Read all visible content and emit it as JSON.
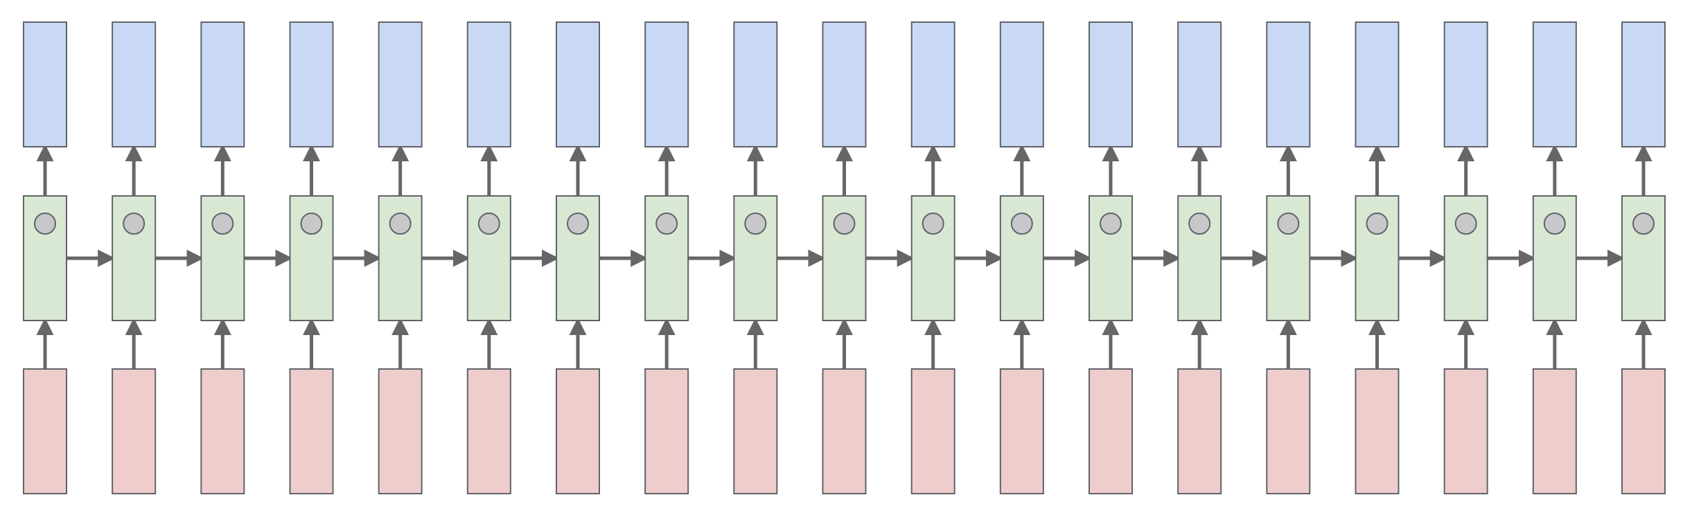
{
  "diagram": {
    "type": "unrolled-recurrent-network",
    "timesteps": 19,
    "layers": [
      {
        "role": "output",
        "fill": "#c9d9f5",
        "stroke": "#5f6368"
      },
      {
        "role": "hidden",
        "fill": "#d9e8d3",
        "stroke": "#5f6368"
      },
      {
        "role": "input",
        "fill": "#efcdcd",
        "stroke": "#5f6368"
      }
    ],
    "node_marker": {
      "shape": "circle",
      "fill": "#c8c8ca",
      "stroke": "#5f6368"
    },
    "arrow_color": "#666666",
    "connections": {
      "input_to_hidden": "up-arrow",
      "hidden_to_output": "up-arrow",
      "hidden_to_hidden": "right-arrow"
    }
  }
}
